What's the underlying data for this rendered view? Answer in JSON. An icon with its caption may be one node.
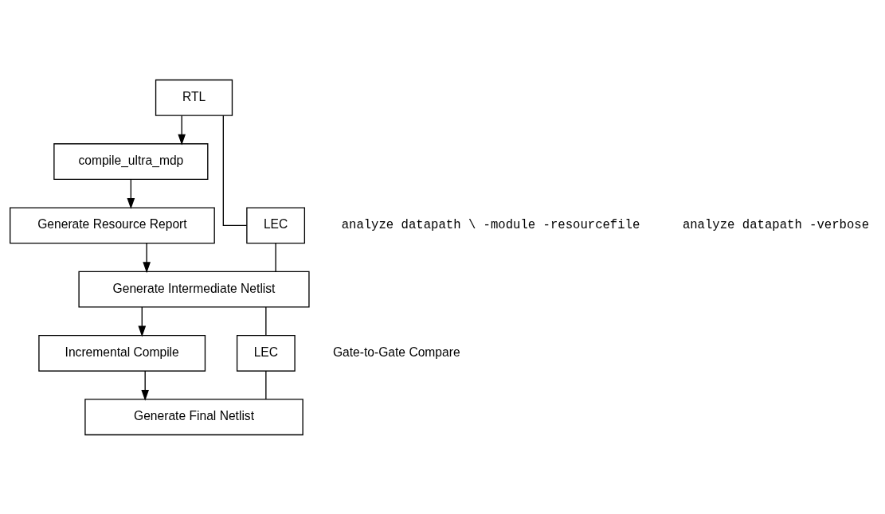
{
  "diagram": {
    "nodes": [
      {
        "text": [
          "RTL"
        ]
      },
      {
        "text": [
          "compile_ultra_mdp"
        ]
      },
      {
        "text": [
          "Generate Resource Report"
        ]
      },
      {
        "text": [
          "Generate Intermediate Netlist"
        ]
      },
      {
        "text": [
          "Incremental Compile"
        ]
      },
      {
        "text": [
          "Generate Final Netlist"
        ]
      },
      {
        "text": [
          "LEC"
        ]
      },
      {
        "text": [
          "LEC"
        ]
      }
    ],
    "edges": [
      {
        "from": 0,
        "to": 1,
        "arrow": "to"
      },
      {
        "from": 1,
        "to": 2,
        "arrow": "to"
      },
      {
        "from": 2,
        "to": 3,
        "arrow": "to"
      },
      {
        "from": 3,
        "to": 4,
        "arrow": "to"
      },
      {
        "from": 4,
        "to": 5,
        "arrow": "to"
      },
      {
        "from": 0,
        "to": 6,
        "arrow": "none"
      },
      {
        "from": 6,
        "to": 3,
        "arrow": "none"
      },
      {
        "from": 3,
        "to": 7,
        "arrow": "none"
      },
      {
        "from": 7,
        "to": 5,
        "arrow": "none"
      }
    ],
    "labels": [
      "analyze datapath \\ -module -resourcefile",
      "analyze datapath -verbose",
      "Gate-to-Gate Compare"
    ]
  }
}
